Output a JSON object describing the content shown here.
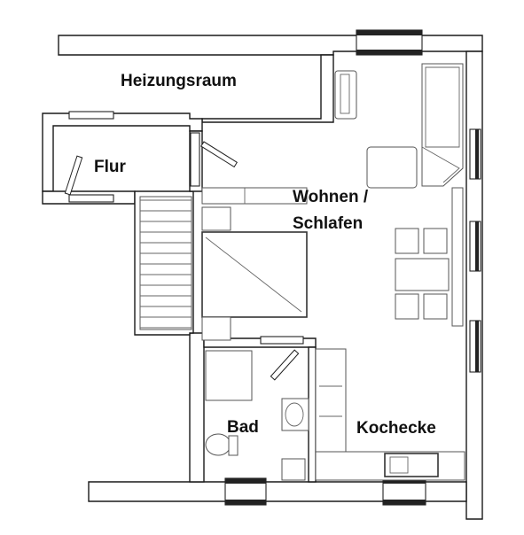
{
  "rooms": {
    "heizungsraum": "Heizungsraum",
    "flur": "Flur",
    "wohnen_line1": "Wohnen /",
    "wohnen_line2": "Schlafen",
    "bad": "Bad",
    "kochecke": "Kochecke"
  }
}
